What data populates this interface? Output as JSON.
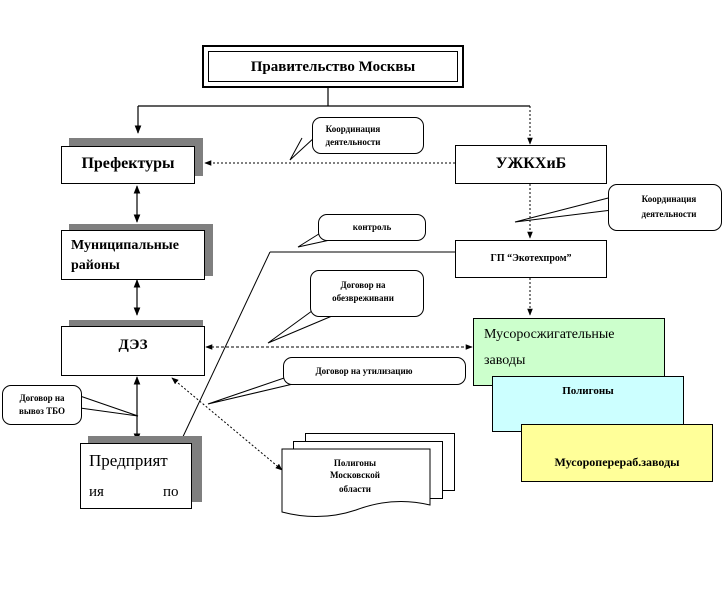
{
  "nodes": {
    "government": "Правительство Москвы",
    "prefectures": "Префектуры",
    "ujkhib": "УЖКХиБ",
    "municipal_l1": "Муниципальные",
    "municipal_l2": "районы",
    "ekotehprom": "ГП “Экотехпром”",
    "dez": "ДЭЗ",
    "incinerators_l1": "Мусоросжигательные",
    "incinerators_l2": "заводы",
    "landfills": "Полигоны",
    "processing": "Мусороперераб.заводы",
    "enterprises_l1": "Предприят",
    "enterprises_l2a": "ия",
    "enterprises_l2b": "по",
    "moscow_region_l1": "Полигоны",
    "moscow_region_l2": "Московской",
    "moscow_region_l3": "области"
  },
  "callouts": {
    "coordination_1_l1": "Координация",
    "coordination_1_l2": "деятельности",
    "coordination_2_l1": "Координация",
    "coordination_2_l2": "деятельности",
    "control": "контроль",
    "neutralization_l1": "Договор на",
    "neutralization_l2": "обезвреживани",
    "utilization": "Договор на утилизацию",
    "tbo_removal_l1": "Договор на",
    "tbo_removal_l2": "вывоз ТБО"
  },
  "colors": {
    "incinerators_fill": "#ccffcc",
    "landfills_fill": "#ccffff",
    "processing_fill": "#ffff99",
    "shadow": "#7f7f7f"
  }
}
